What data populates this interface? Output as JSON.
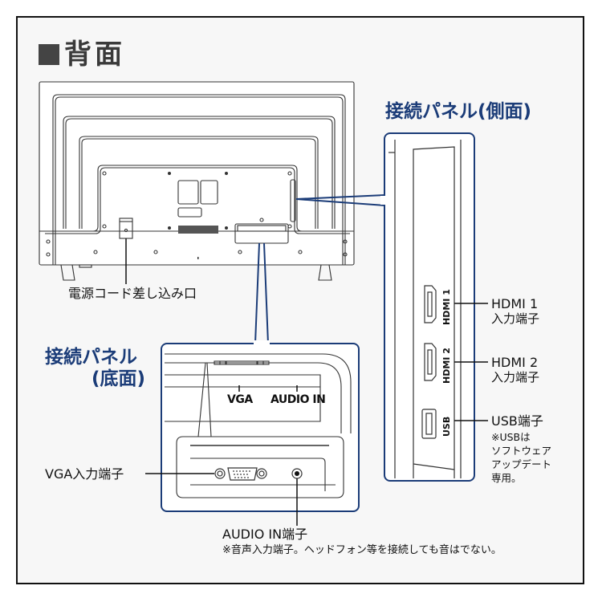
{
  "heading": {
    "marker": "■",
    "title": "背面"
  },
  "colors": {
    "accent": "#1b3c78",
    "frame": "#111111",
    "background": "#f7f7f7",
    "line": "#333333"
  },
  "tv_back": {
    "power_label": "電源コード差し込み口"
  },
  "side_panel": {
    "title": "接続パネル(側面)",
    "ports": [
      {
        "port_mark": "HDMI 1",
        "label": "HDMI 1",
        "sublabel": "入力端子"
      },
      {
        "port_mark": "HDMI 2",
        "label": "HDMI 2",
        "sublabel": "入力端子"
      },
      {
        "port_mark": "USB",
        "label": "USB端子",
        "note_lines": [
          "※USBは",
          "ソフトウェア",
          "アップデート",
          "専用。"
        ]
      }
    ]
  },
  "bottom_panel": {
    "title_line1": "接続パネル",
    "title_line2": "(底面)",
    "marks": {
      "vga": "VGA",
      "audio": "AUDIO IN"
    },
    "vga_label": "VGA入力端子",
    "audio_label": "AUDIO IN端子",
    "audio_note": "※音声入力端子。ヘッドフォン等を接続しても音はでない。"
  }
}
